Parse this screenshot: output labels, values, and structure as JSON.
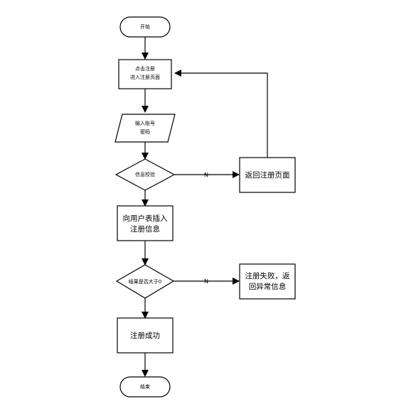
{
  "flowchart": {
    "start": "开始",
    "click_register": [
      "点击注册",
      "进入注册页面"
    ],
    "input_account": [
      "输入账号",
      "密码"
    ],
    "info_check": "信息校验",
    "return_register_page": "返回注册页面",
    "insert_user": [
      "向用户表插入",
      "注册信息"
    ],
    "result_check": "结果是否大于0",
    "register_failed": [
      "注册失败，返",
      "回异常信息"
    ],
    "register_success": "注册成功",
    "end": "结束",
    "no_label_1": "N",
    "no_label_2": "N"
  }
}
